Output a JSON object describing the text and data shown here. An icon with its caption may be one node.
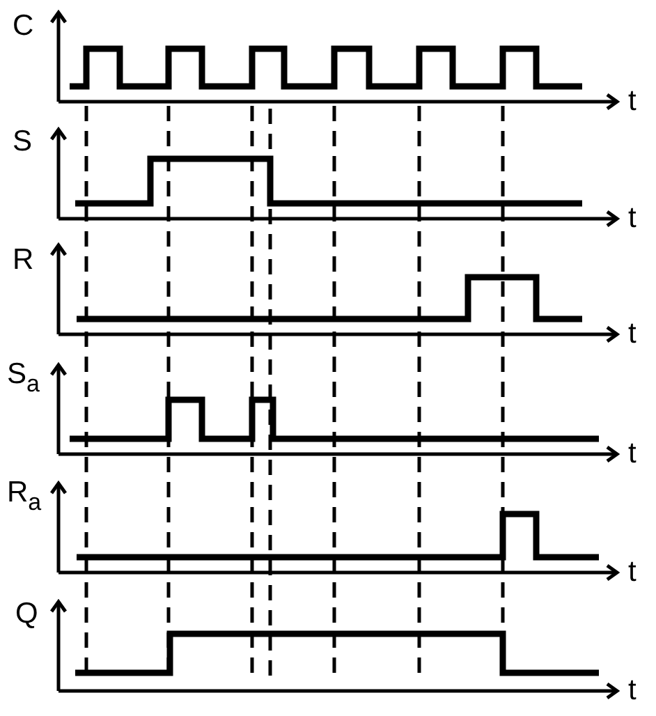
{
  "diagram": {
    "labels": [
      "C",
      "t",
      "S",
      "t",
      "R",
      "t",
      "S$_{a}$",
      "t",
      "R$_{a}$",
      "t",
      "Q",
      "t"
    ]
  }
}
